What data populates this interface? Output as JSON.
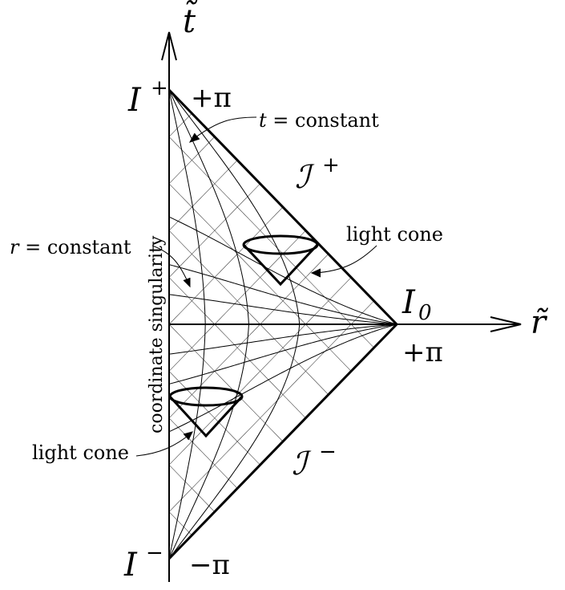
{
  "axes": {
    "vertical_label": "t̃",
    "horizontal_label": "r̃"
  },
  "points": {
    "top": "I",
    "top_sup": "+",
    "bottom": "I",
    "bottom_sup": "−",
    "right": "I",
    "right_sub": "0"
  },
  "values": {
    "top_pi": "+π",
    "bottom_pi": "−π",
    "right_pi": "+π"
  },
  "scri": {
    "plus": "ℐ",
    "plus_sup": "+",
    "minus": "ℐ",
    "minus_sup": "−"
  },
  "annotations": {
    "t_constant_var": "t",
    "t_constant_rest": " = constant",
    "r_constant_var": "r",
    "r_constant_rest": " = constant",
    "light_cone_upper": "light cone",
    "light_cone_lower": "light cone",
    "coordinate_singularity": "coordinate singularity"
  }
}
